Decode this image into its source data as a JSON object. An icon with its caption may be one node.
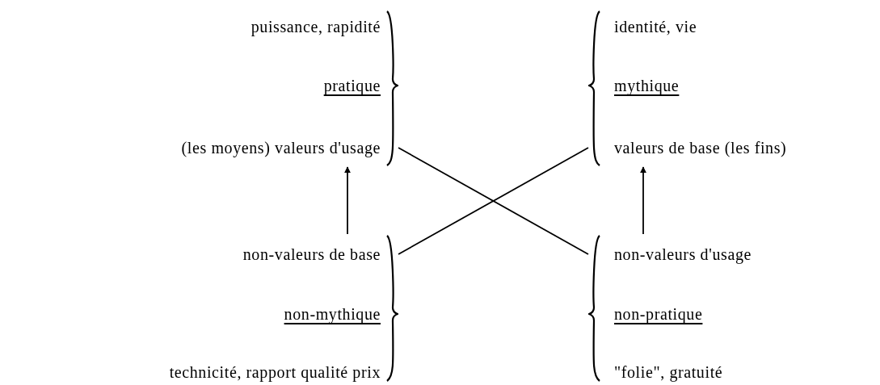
{
  "diagram": {
    "nodes": [
      {
        "text": [
          "puissance, rapidité",
          "pratique",
          "(les moyens) valeurs d'usage"
        ]
      },
      {
        "text": [
          "identité, vie",
          "mythique",
          "valeurs de base (les fins)"
        ]
      },
      {
        "text": [
          "non-valeurs de base",
          "non-mythique",
          "technicité, rapport qualité prix"
        ]
      },
      {
        "text": [
          "non-valeurs d'usage",
          "non-pratique",
          "\"folie\", gratuité"
        ]
      }
    ],
    "edges": [
      {
        "from": 0,
        "to": 3,
        "arrow": "none"
      },
      {
        "from": 2,
        "to": 1,
        "arrow": "none"
      },
      {
        "from": 2,
        "to": 0,
        "arrow": "to"
      },
      {
        "from": 3,
        "to": 1,
        "arrow": "to"
      }
    ]
  }
}
